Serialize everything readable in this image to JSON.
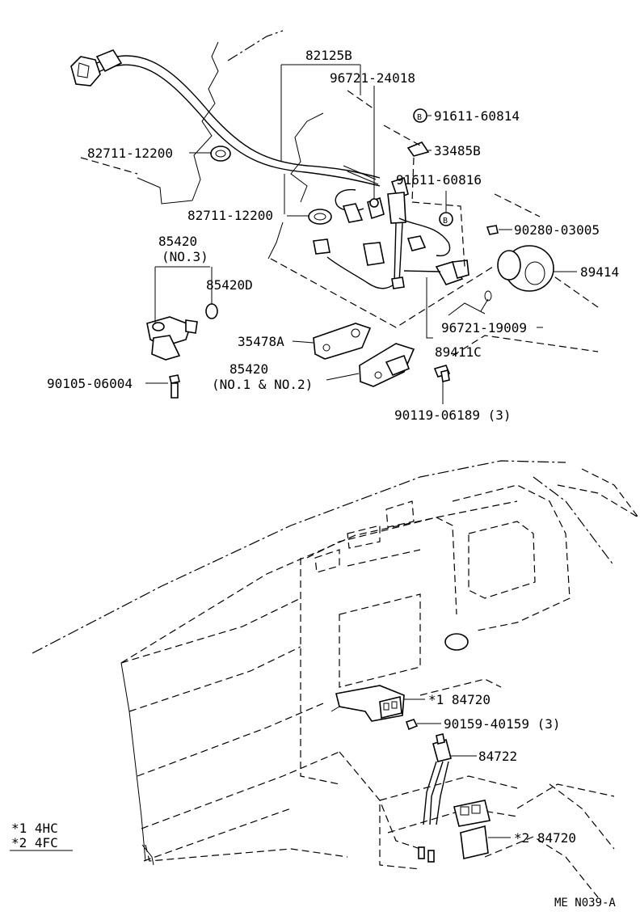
{
  "labels": {
    "harness": "82125B",
    "p96721_24018": "96721-24018",
    "clamp_top": "82711-12200",
    "clamp_mid": "82711-12200",
    "b_marker_1": "B",
    "bolt_91611_60814": "91611-60814",
    "p33485b": "33485B",
    "bolt_91611_60816": "91611-60816",
    "b_marker_2": "B",
    "p90280": "90280-03005",
    "p89414": "89414",
    "p85420_no3_a": "85420",
    "p85420_no3_b": "(NO.3)",
    "p85420d": "85420D",
    "p35478a": "35478A",
    "p96721_19009": "96721-19009",
    "p89411c": "89411C",
    "p85420_no12_a": "85420",
    "p85420_no12_b": "(NO.1 & NO.2)",
    "p90105": "90105-06004",
    "p90119": "90119-06189 (3)",
    "sw1": "*1  84720",
    "screw_90159": "90159-40159 (3)",
    "p84722": "84722",
    "sw2": "*2  84720",
    "legend1": "*1  4HC",
    "legend2": "*2  4FC",
    "footer": "ME  N039-A"
  }
}
